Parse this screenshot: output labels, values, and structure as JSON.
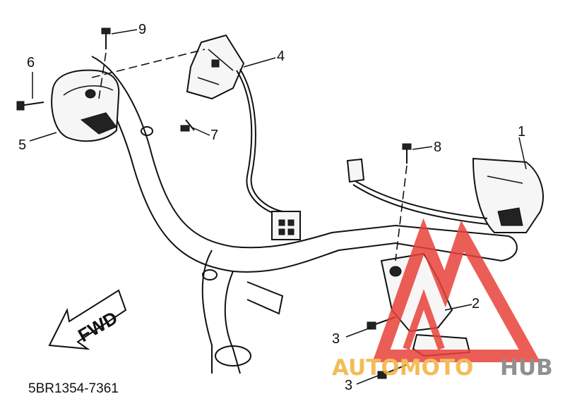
{
  "diagram": {
    "callouts": [
      "1",
      "2",
      "3",
      "3",
      "4",
      "5",
      "6",
      "7",
      "8",
      "9"
    ],
    "direction_label": "FWD",
    "part_code": "5BR1354-7361"
  },
  "watermark": {
    "text_a": "AUTOMOTO",
    "text_b": "HUB",
    "colors": {
      "red": "#e8423a",
      "orange": "#f1b13c",
      "gray": "#7d7d7d"
    }
  }
}
